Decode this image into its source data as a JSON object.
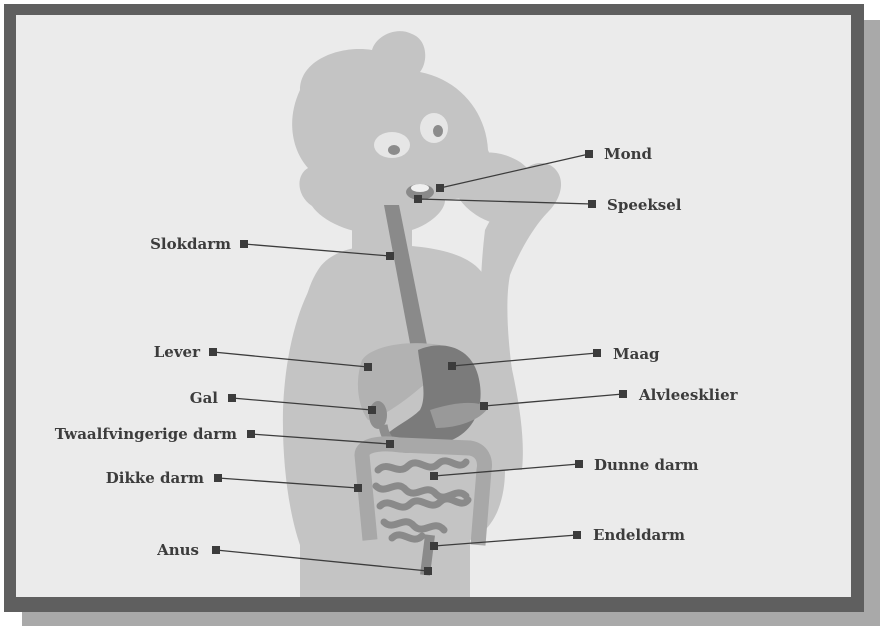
{
  "diagram": {
    "labels": {
      "mond": "Mond",
      "speeksel": "Speeksel",
      "slokdarm": "Slokdarm",
      "lever": "Lever",
      "maag": "Maag",
      "gal": "Gal",
      "alvleesklier": "Alvleesklier",
      "twaalfvingerige_darm": "Twaalfvingerige darm",
      "dunne_darm": "Dunne darm",
      "dikke_darm": "Dikke darm",
      "endeldarm": "Endeldarm",
      "anus": "Anus"
    },
    "colors": {
      "frame": "#5f5f5f",
      "background": "#ebebeb",
      "body": "#c4c4c4",
      "organ_light": "#a8a8a8",
      "organ_dark": "#7b7b7b",
      "label_text": "#3c3c3c",
      "marker": "#3c3c3c"
    }
  }
}
